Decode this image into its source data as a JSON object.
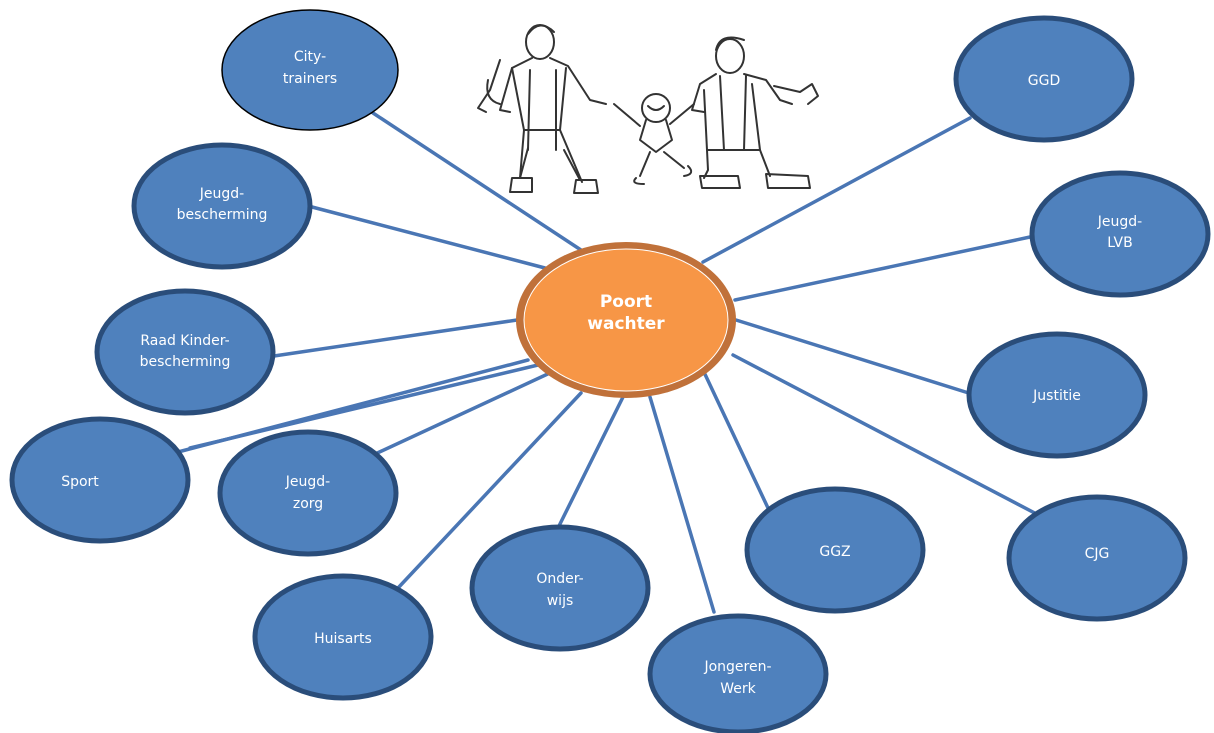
{
  "center": {
    "line1": "Poort",
    "line2": "wachter",
    "fill": "#f79646",
    "ring": "#c0713a"
  },
  "node_fill": "#4f81bd",
  "nodes": [
    {
      "id": "city-trainers",
      "line1": "City-",
      "line2": "trainers"
    },
    {
      "id": "jeugdbescherming",
      "line1": "Jeugd-",
      "line2": "bescherming"
    },
    {
      "id": "raad-kinderbescherming",
      "line1": "Raad Kinder-",
      "line2": "bescherming"
    },
    {
      "id": "sport",
      "line1": "Sport",
      "line2": ""
    },
    {
      "id": "jeugdzorg",
      "line1": "Jeugd-",
      "line2": "zorg"
    },
    {
      "id": "huisarts",
      "line1": "Huisarts",
      "line2": ""
    },
    {
      "id": "onderwijs",
      "line1": "Onder-",
      "line2": "wijs"
    },
    {
      "id": "jongerenwerk",
      "line1": "Jongeren-",
      "line2": "Werk"
    },
    {
      "id": "ggz",
      "line1": "GGZ",
      "line2": ""
    },
    {
      "id": "cjg",
      "line1": "CJG",
      "line2": ""
    },
    {
      "id": "justitie",
      "line1": "Justitie",
      "line2": ""
    },
    {
      "id": "jeugd-lvb",
      "line1": "Jeugd-",
      "line2": "LVB"
    },
    {
      "id": "ggd",
      "line1": "GGD",
      "line2": ""
    }
  ],
  "illustration": "family-walking-icon"
}
